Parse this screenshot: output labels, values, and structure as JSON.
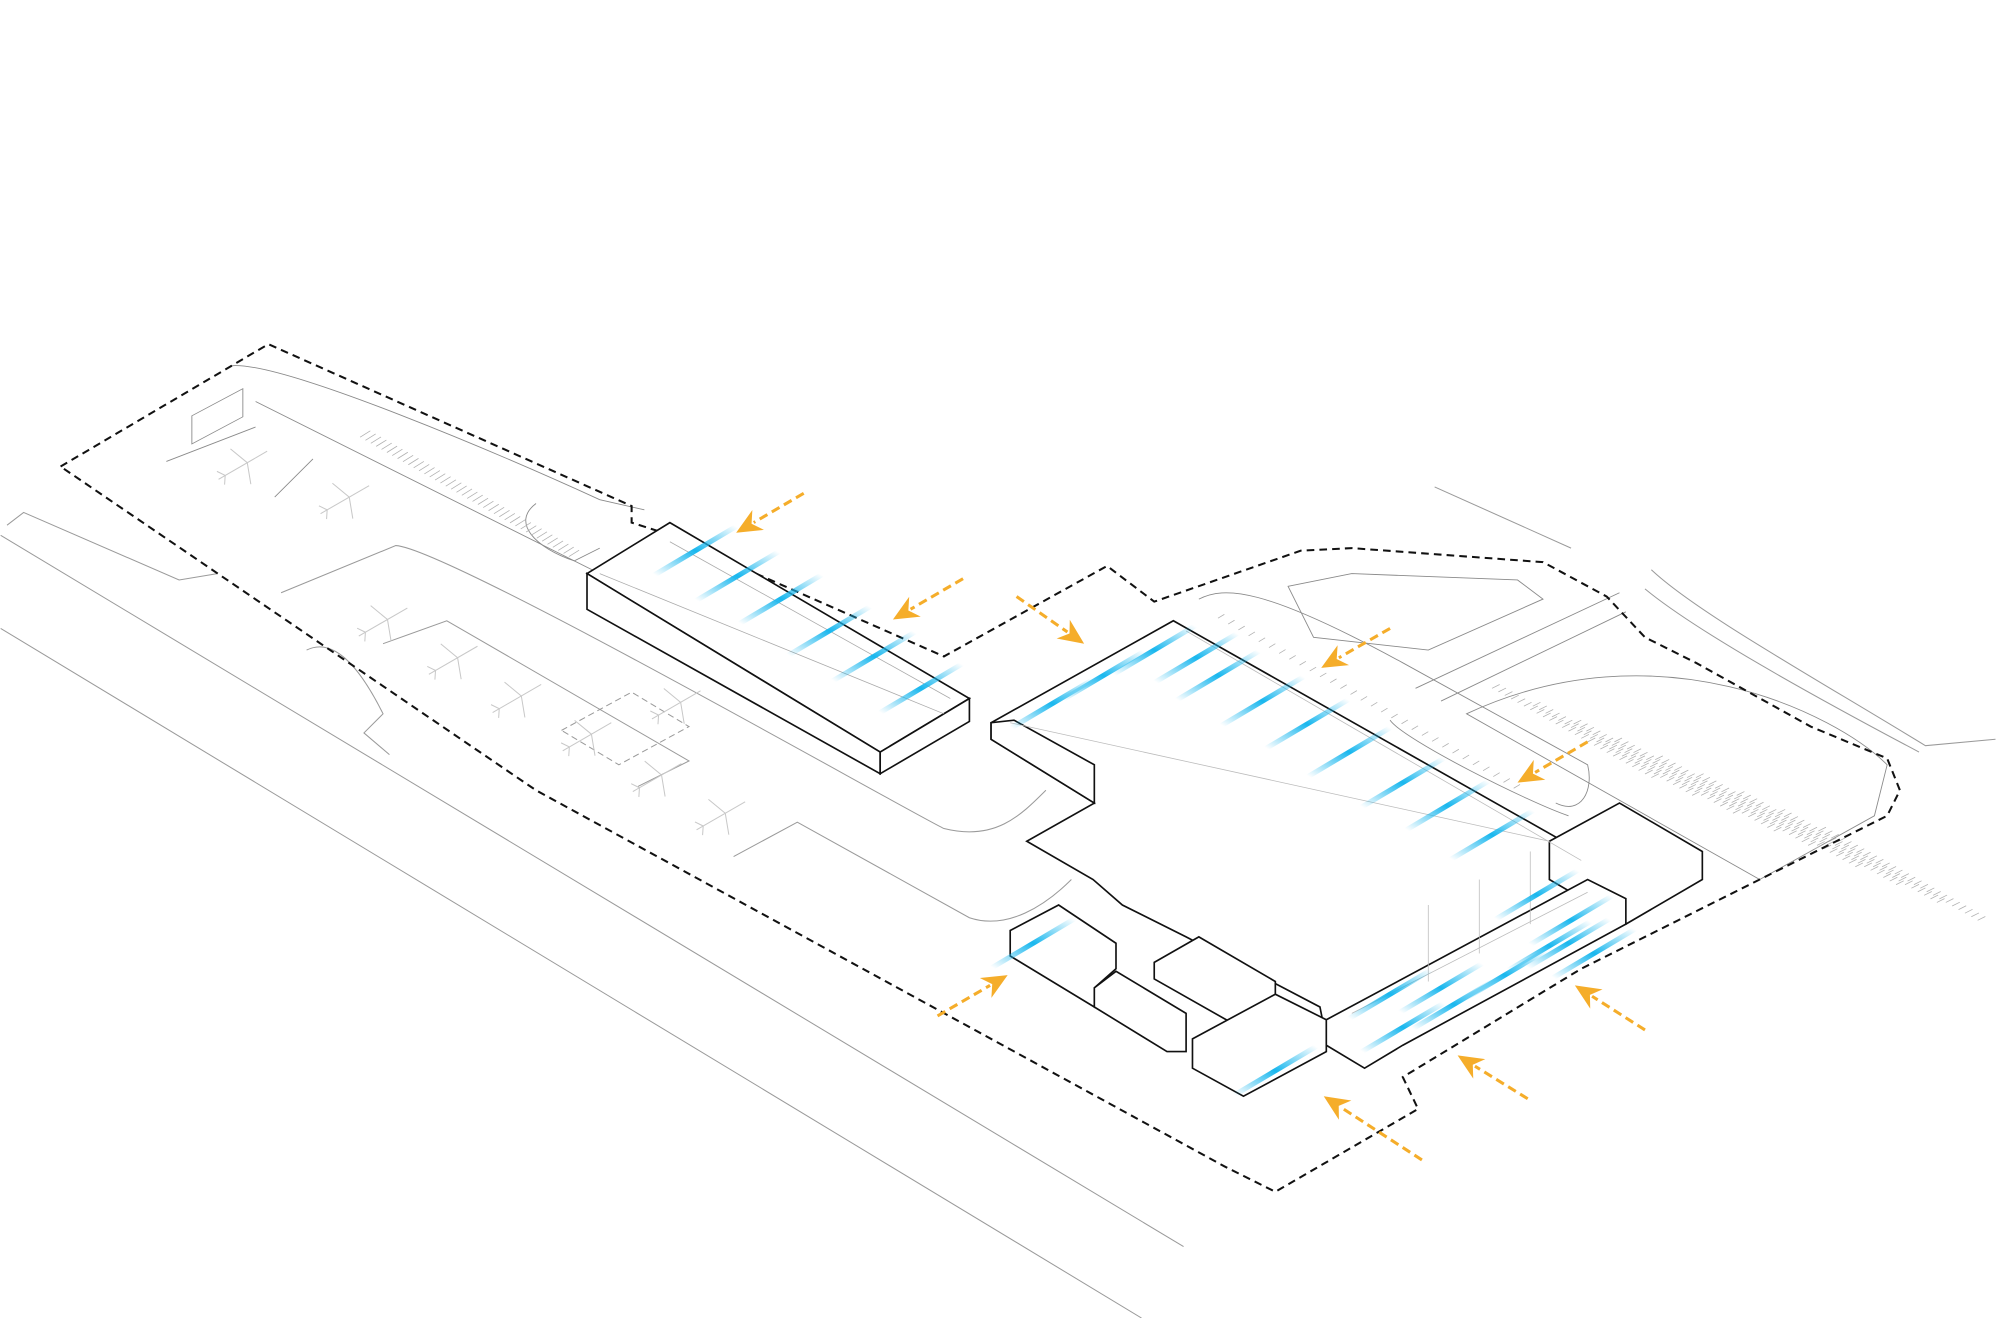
{
  "diagram": {
    "type": "axonometric-site-diagram",
    "colors": {
      "background": "#ffffff",
      "linework": "#222222",
      "light_linework": "#9a9a9a",
      "boundary_dashed": "#111111",
      "daylight_rays": "#19b7ee",
      "access_arrows": "#f5ad2a"
    },
    "legend_counts": {
      "access_arrows": 9,
      "daylight_rays": 29
    }
  }
}
